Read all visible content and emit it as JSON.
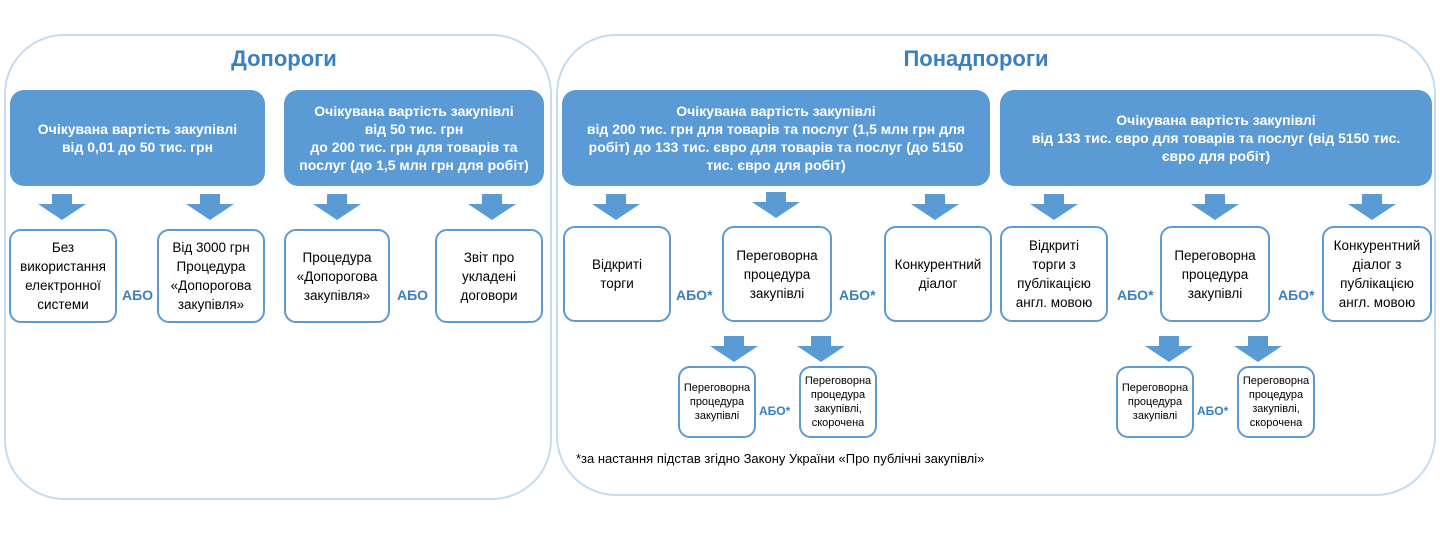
{
  "panels": {
    "left_title": "Допороги",
    "right_title": "Понадпороги"
  },
  "headers": {
    "h1": "Очікувана вартість закупівлі\nвід 0,01 до 50 тис. грн",
    "h2": "Очікувана вартість закупівлі\nвід 50 тис. грн\nдо 200 тис. грн для товарів та\nпослуг (до 1,5 млн грн для робіт)",
    "h3": "Очікувана вартість закупівлі\nвід 200 тис. грн для товарів та послуг (1,5 млн грн для\nробіт) до 133 тис. євро для товарів та послуг (до 5150\nтис. євро для робіт)",
    "h4": "Очікувана вартість закупівлі\nвід 133 тис. євро для товарів та послуг (від 5150 тис.\nєвро для робіт)"
  },
  "boxes": {
    "b1": "Без\nвикористання\nелектронної\nсистеми",
    "b2": "Від 3000 грн\nПроцедура\n«Допорогова\nзакупівля»",
    "b3": "Процедура\n«Допорогова\nзакупівля»",
    "b4": "Звіт про\nукладені\nдоговори",
    "b5": "Відкриті\nторги",
    "b6": "Переговорна\nпроцедура\nзакупівлі",
    "b7": "Конкурентний\nдіалог",
    "b8": "Відкриті\nторги з\nпублікацією\nангл. мовою",
    "b9": "Переговорна\nпроцедура\nзакупівлі",
    "b10": "Конкурентний\nдіалог з\nпублікацією\nангл. мовою",
    "s1": "Переговорна\nпроцедура\nзакупівлі",
    "s2": "Переговорна\nпроцедура\nзакупівлі,\nскорочена",
    "s3": "Переговорна\nпроцедура\nзакупівлі",
    "s4": "Переговорна\nпроцедура\nзакупівлі,\nскорочена"
  },
  "connectors": {
    "abo": "АБО",
    "abo_star": "АБО*"
  },
  "footnote": "*за настання підстав згідно Закону України «Про публічні закупівлі»",
  "colors": {
    "header_fill": "#5b9bd5",
    "accent_text": "#3a7fc2",
    "panel_border": "#c5dcf0"
  }
}
